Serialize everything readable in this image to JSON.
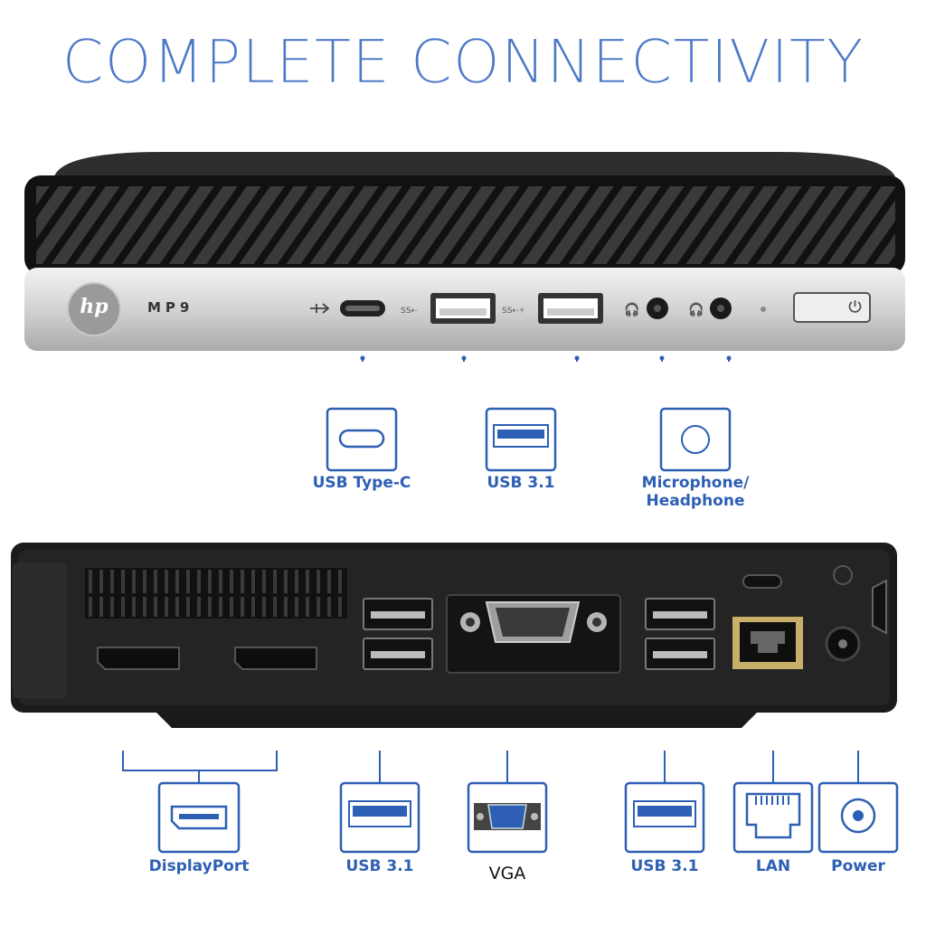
{
  "title": "COMPLETE CONNECTIVITY",
  "brand": {
    "logo_text": "hp",
    "model": "MP9"
  },
  "front_ports": {
    "usb_c_label": "USB Type-C",
    "usb_label": "USB 3.1",
    "audio_label": "Microphone/ Headphone"
  },
  "rear_ports": {
    "displayport_label": "DisplayPort",
    "usb_left_label": "USB 3.1",
    "vga_label": "VGA",
    "usb_right_label": "USB 3.1",
    "lan_label": "LAN",
    "power_label": "Power"
  },
  "colors": {
    "accent": "#2d5fb4",
    "title": "#4b78c8",
    "chassis": "#1c1c1c",
    "silver": "#d8d8d8"
  }
}
